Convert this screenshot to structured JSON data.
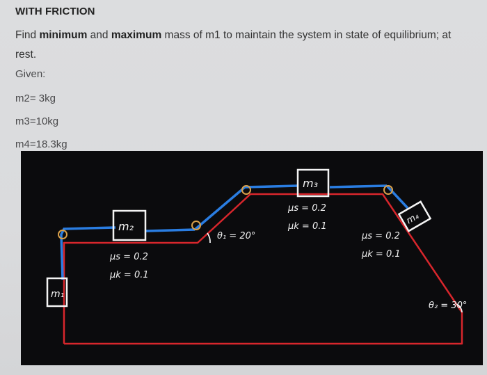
{
  "heading": "WITH FRICTION",
  "question": {
    "part1": "Find ",
    "bold1": "minimum",
    "part2": " and ",
    "bold2": "maximum",
    "part3": " mass of m1 to maintain the system in state of equilibrium; at rest."
  },
  "given": {
    "label": "Given:",
    "lines": [
      "m2= 3kg",
      "m3=10kg",
      "m4=18.3kg"
    ]
  },
  "diagram": {
    "block_m1": "m₁",
    "block_m2": "m₂",
    "block_m3": "m₃",
    "block_m4": "m₄",
    "mu_s_left": "μs = 0.2",
    "mu_k_left": "μk = 0.1",
    "mu_s_top": "μs = 0.2",
    "mu_k_top": "μk = 0.1",
    "mu_s_right": "μs = 0.2",
    "mu_k_right": "μk = 0.1",
    "angle1": "θ₁ = 20°",
    "angle2": "θ₂ = 30°",
    "colors": {
      "surface": "#d8262c",
      "rope": "#2a7de1",
      "block": "#f4f4f4",
      "background": "#0b0b0d"
    }
  }
}
